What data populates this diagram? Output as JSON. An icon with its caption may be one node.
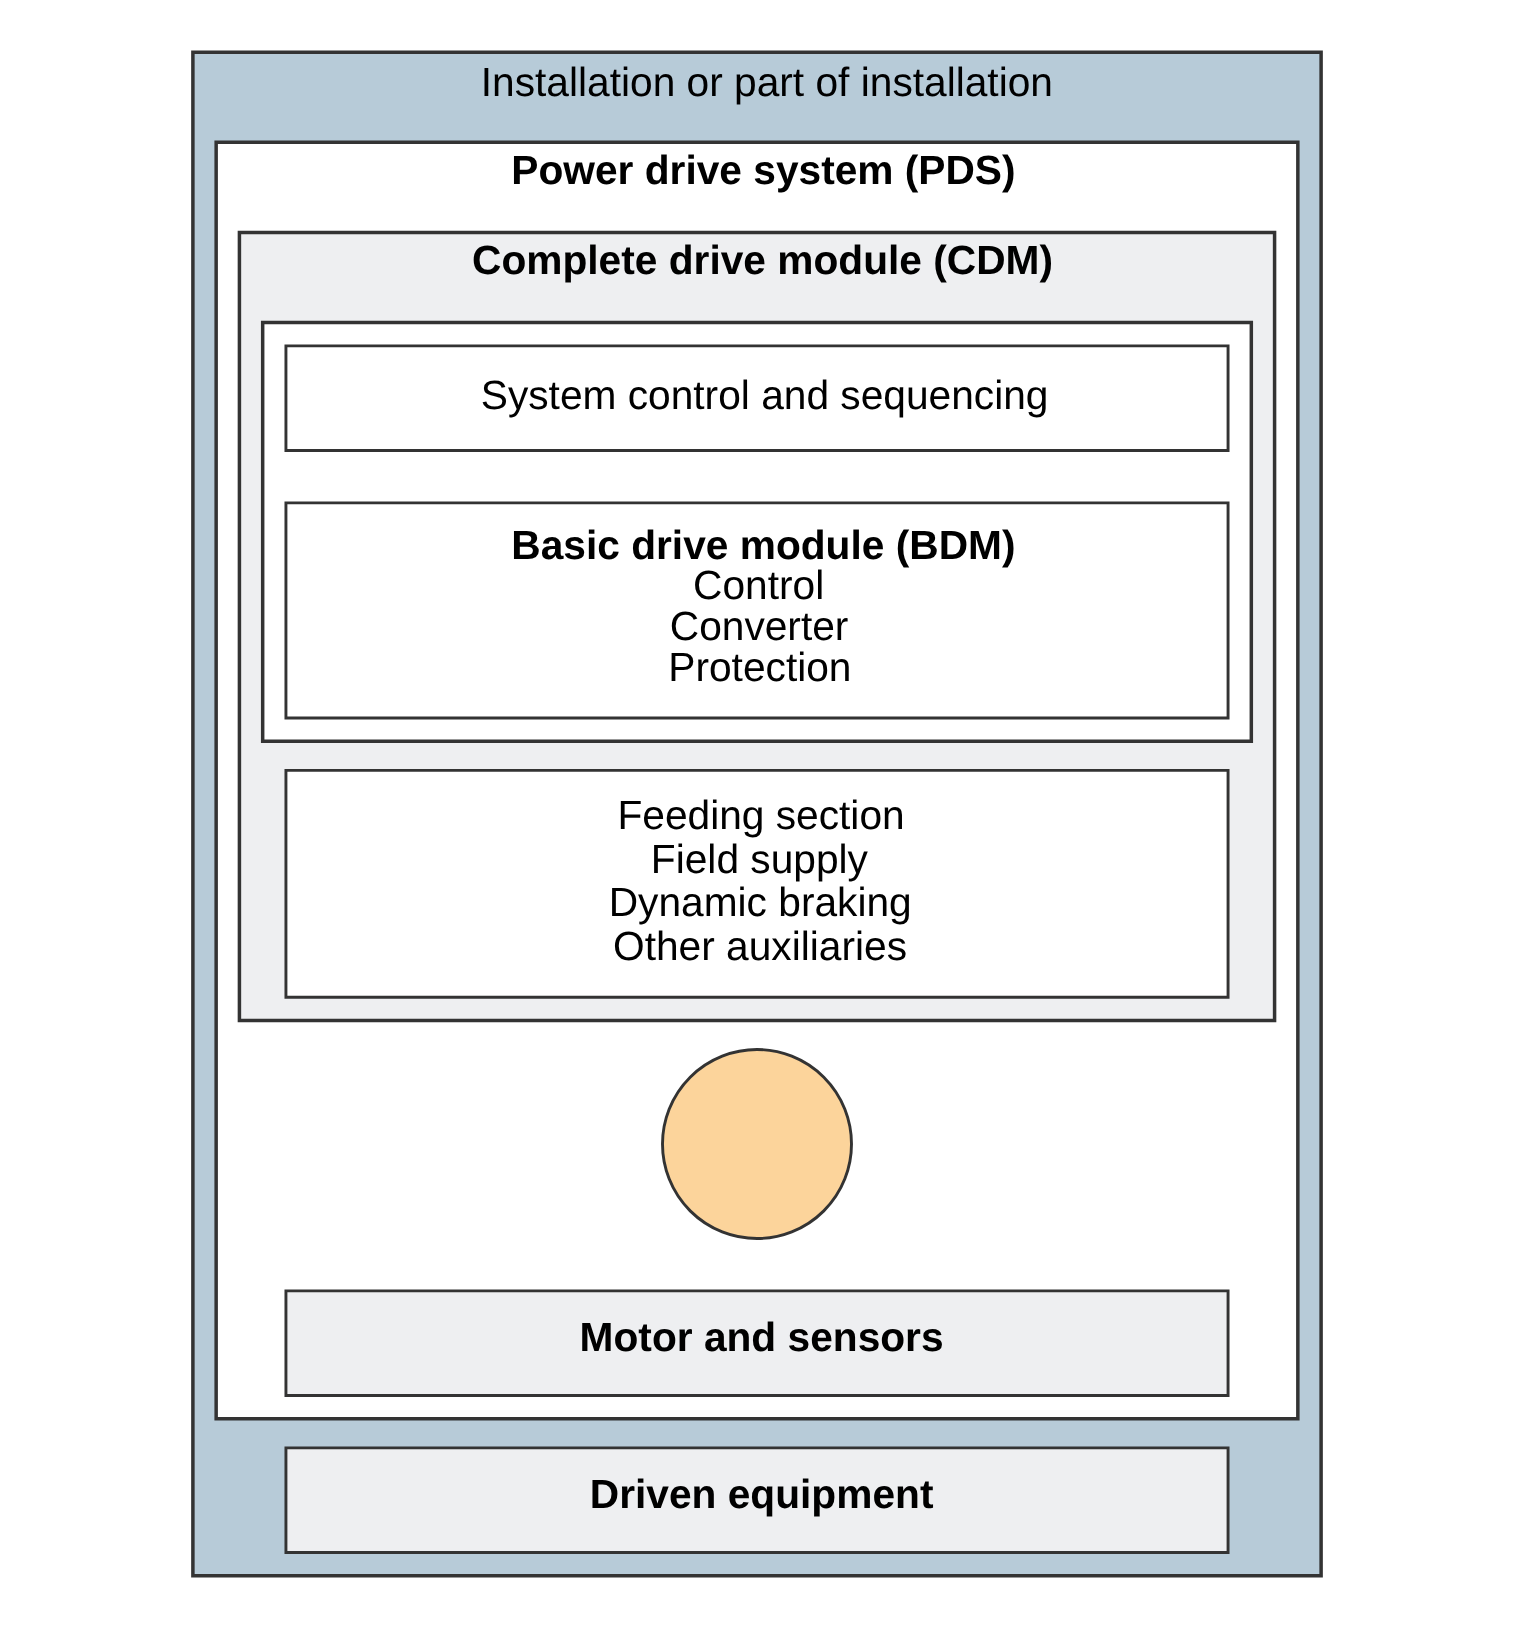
{
  "diagram": {
    "nodes": [
      {
        "text": [
          "Installation or part of installation"
        ]
      },
      {
        "text": [
          "Power drive system (PDS)"
        ],
        "in": 0
      },
      {
        "text": [
          "Complete drive module (CDM)"
        ],
        "in": 1
      },
      {
        "text": [],
        "shape": "box",
        "in": 2
      },
      {
        "text": [
          "System control and sequencing"
        ],
        "in": 3
      },
      {
        "text": [
          "Basic drive module (BDM)",
          "Control",
          "Converter",
          "Protection"
        ],
        "in": 3
      },
      {
        "text": [
          "Feeding section",
          "Field supply",
          "Dynamic braking",
          "Other auxiliaries"
        ],
        "in": 2
      },
      {
        "text": [],
        "shape": "circle",
        "in": 1
      },
      {
        "text": [
          "Motor and sensors"
        ],
        "in": 1
      },
      {
        "text": [
          "Driven equipment"
        ],
        "in": 0
      }
    ]
  }
}
